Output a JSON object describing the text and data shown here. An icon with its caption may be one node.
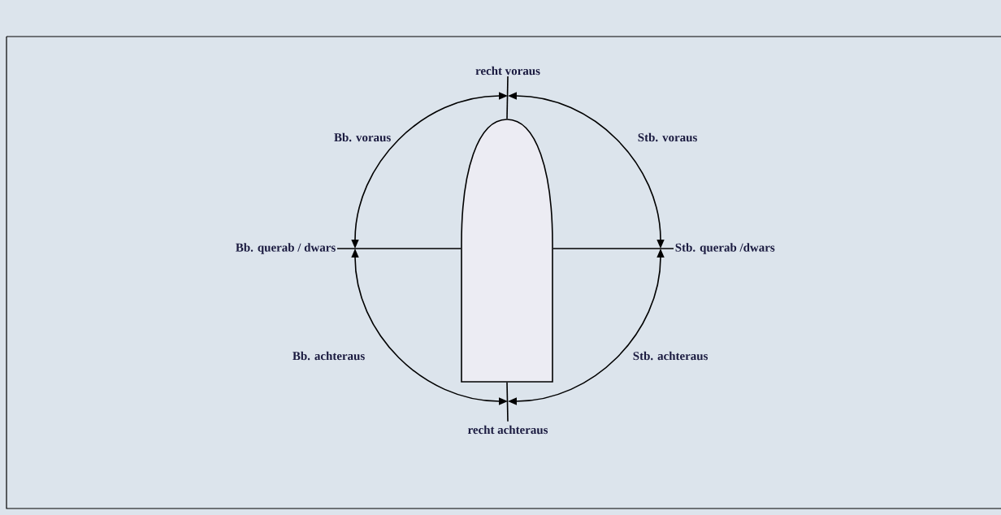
{
  "diagram": {
    "nodes": [
      {
        "text": [
          "recht voraus"
        ]
      },
      {
        "text": [
          "Stb. querab /dwars"
        ]
      },
      {
        "text": [
          "recht achteraus"
        ]
      },
      {
        "text": [
          "Bb. querab / dwars"
        ]
      },
      {
        "text": [],
        "shape": "boat"
      }
    ],
    "edges": [
      {
        "from": 0,
        "to": 1,
        "arrow": "both",
        "label": "Stb. voraus"
      },
      {
        "from": 1,
        "to": 2,
        "arrow": "both",
        "label": "Stb. achteraus"
      },
      {
        "from": 2,
        "to": 3,
        "arrow": "both",
        "label": "Bb. achteraus"
      },
      {
        "from": 3,
        "to": 0,
        "arrow": "both",
        "label": "Bb. voraus"
      },
      {
        "from": 4,
        "to": 0,
        "arrow": "none"
      },
      {
        "from": 4,
        "to": 1,
        "arrow": "none"
      },
      {
        "from": 4,
        "to": 2,
        "arrow": "none"
      },
      {
        "from": 4,
        "to": 3,
        "arrow": "none"
      }
    ]
  }
}
